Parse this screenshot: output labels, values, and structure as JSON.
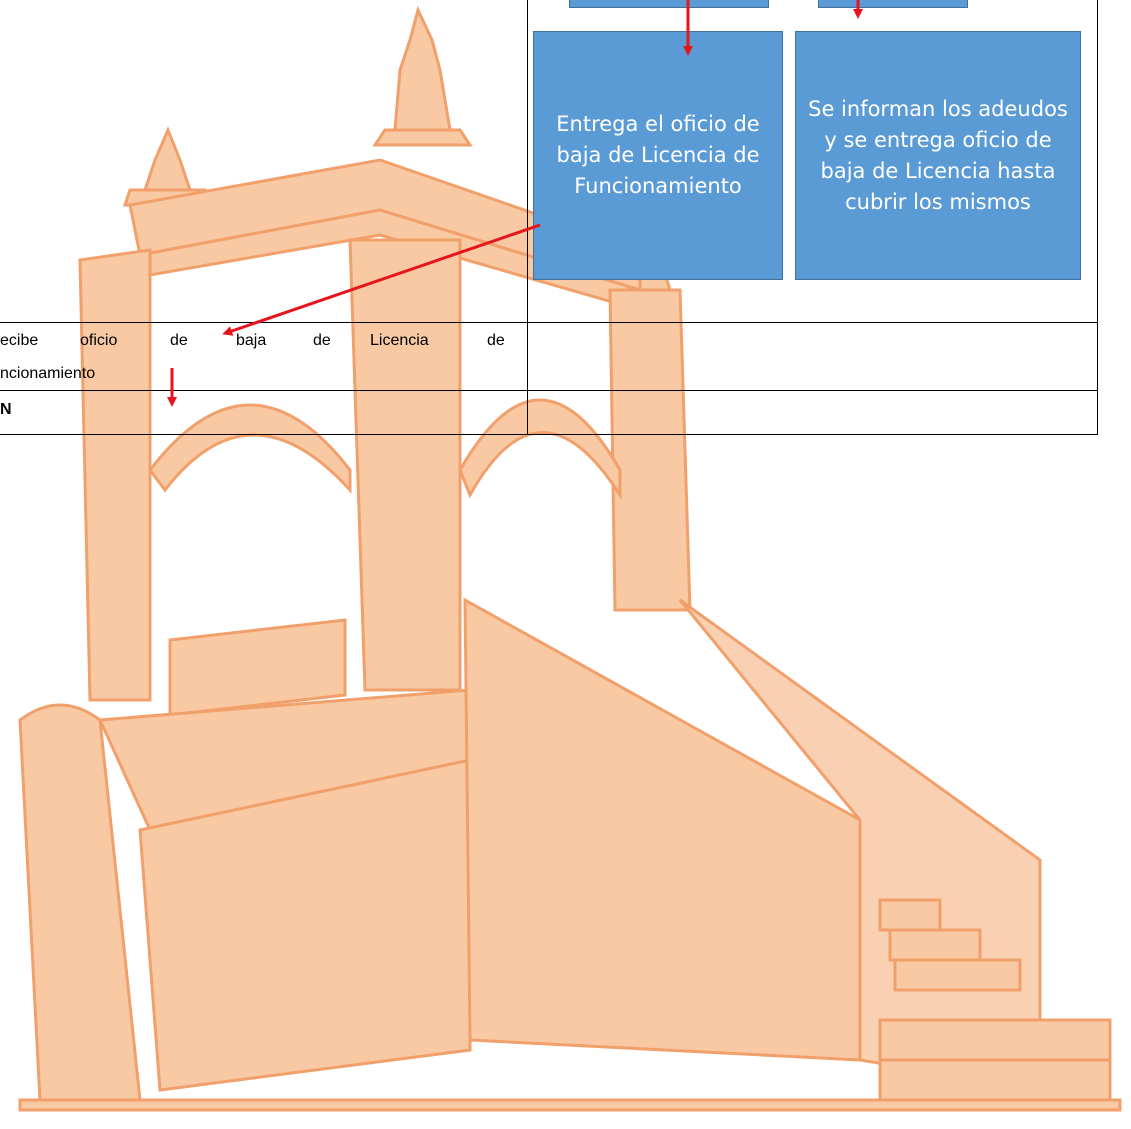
{
  "flowchart": {
    "step_left": "Entrega el oficio de baja de Licencia de Funcionamiento",
    "step_right": "Se informan los adeudos y se entrega oficio de baja de Licencia hasta cubrir los mismos"
  },
  "table": {
    "row1_words": [
      "ecibe",
      "oficio",
      "de",
      "baja",
      "de",
      "Licencia",
      "de"
    ],
    "row1_line2": "ncionamiento",
    "row2_text": "N"
  },
  "colors": {
    "box_fill": "#5b9bd5",
    "box_border": "#41719c",
    "arrow": "#e8141c",
    "watermark": "#f6b98a"
  }
}
